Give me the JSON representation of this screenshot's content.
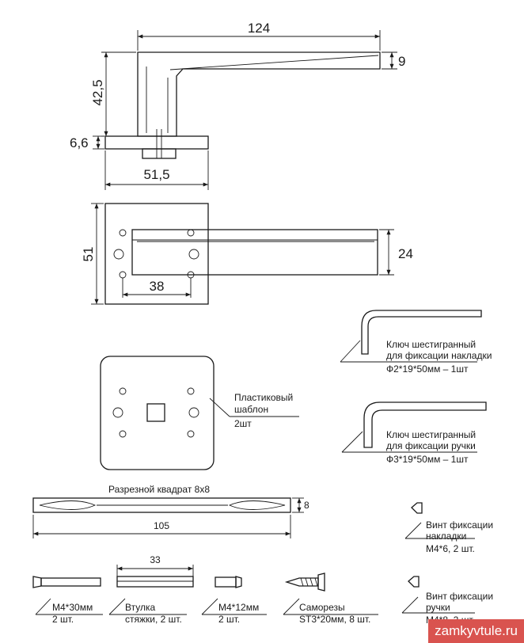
{
  "dimensions": {
    "top_length": "124",
    "top_thickness": "9",
    "handle_height": "42,5",
    "rose_thickness": "6,6",
    "rose_width": "51,5",
    "rose_side": "51",
    "lever_width": "24",
    "hole_spacing": "38"
  },
  "hex_key_plate": {
    "line1": "Ключ шестигранный",
    "line2": "для фиксации накладки",
    "spec": "Ф2*19*50мм – 1шт"
  },
  "hex_key_handle": {
    "line1": "Ключ шестигранный",
    "line2": "для фиксации ручки",
    "spec": "Ф3*19*50мм – 1шт"
  },
  "template": {
    "line1": "Пластиковый",
    "line2": "шаблон",
    "qty": "2шт"
  },
  "spindle": {
    "title": "Разрезной квадрат 8х8",
    "length": "105",
    "size": "8"
  },
  "sleeve": {
    "length": "33",
    "line1": "Втулка",
    "line2": "стяжки, 2 шт."
  },
  "screw_m4_30": {
    "line1": "М4*30мм",
    "line2": "2 шт."
  },
  "screw_m4_12": {
    "line1": "М4*12мм",
    "line2": "2 шт."
  },
  "self_tapping": {
    "line1": "Саморезы",
    "line2": "ST3*20мм, 8 шт."
  },
  "set_screw_plate": {
    "line1": "Винт фиксации",
    "line2": "накладки",
    "spec": "М4*6, 2 шт."
  },
  "set_screw_handle": {
    "line1": "Винт фиксации",
    "line2": "ручки",
    "spec": "М4*8, 2 шт."
  },
  "watermark": "zamkyvtule.ru",
  "colors": {
    "watermark_bg": "#d9534f",
    "line": "#1a1a1a"
  }
}
